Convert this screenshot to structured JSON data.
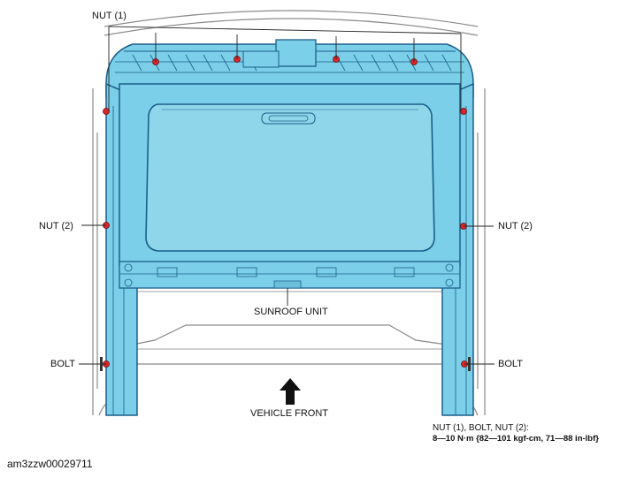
{
  "labels": {
    "nut1": "NUT (1)",
    "nut2_left": "NUT (2)",
    "nut2_right": "NUT (2)",
    "bolt_left": "BOLT",
    "bolt_right": "BOLT",
    "sunroof_unit": "SUNROOF UNIT",
    "vehicle_front": "VEHICLE FRONT"
  },
  "torque": {
    "heading": "NUT (1), BOLT, NUT (2):",
    "value": "8—10 N·m {82—101 kgf-cm, 71—88 in-lbf}"
  },
  "doc_id": "am3zzw00029711",
  "colors": {
    "unit_fill": "#7ccfe8",
    "unit_stroke": "#1a5f8a",
    "glass": "#8fd6ea",
    "fastener": "#d8262b"
  }
}
